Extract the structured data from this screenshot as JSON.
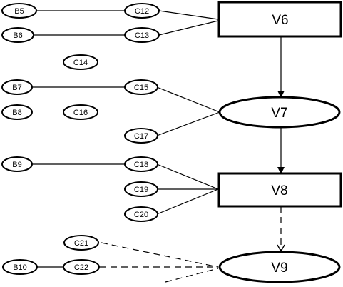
{
  "nodes": {
    "B5": "B5",
    "B6": "B6",
    "B7": "B7",
    "B8": "B8",
    "B9": "B9",
    "B10": "B10",
    "C12": "C12",
    "C13": "C13",
    "C14": "C14",
    "C15": "C15",
    "C16": "C16",
    "C17": "C17",
    "C18": "C18",
    "C19": "C19",
    "C20": "C20",
    "C21": "C21",
    "C22": "C22",
    "V6": "V6",
    "V7": "V7",
    "V8": "V8",
    "V9": "V9"
  },
  "edges": [
    {
      "from": "B5",
      "to": "C12",
      "style": "solid"
    },
    {
      "from": "B6",
      "to": "C13",
      "style": "solid"
    },
    {
      "from": "B7",
      "to": "C15",
      "style": "solid"
    },
    {
      "from": "B9",
      "to": "C18",
      "style": "solid"
    },
    {
      "from": "B10",
      "to": "C22",
      "style": "solid"
    },
    {
      "from": "C12",
      "to": "V6",
      "style": "solid"
    },
    {
      "from": "C13",
      "to": "V6",
      "style": "solid"
    },
    {
      "from": "C15",
      "to": "V7",
      "style": "solid"
    },
    {
      "from": "C17",
      "to": "V7",
      "style": "solid"
    },
    {
      "from": "C18",
      "to": "V8",
      "style": "solid"
    },
    {
      "from": "C19",
      "to": "V8",
      "style": "solid"
    },
    {
      "from": "C20",
      "to": "V8",
      "style": "solid"
    },
    {
      "from": "C21",
      "to": "V9",
      "style": "dashed"
    },
    {
      "from": "C22",
      "to": "V9",
      "style": "dashed"
    },
    {
      "from": "V6",
      "to": "V7",
      "style": "arrow"
    },
    {
      "from": "V7",
      "to": "V8",
      "style": "arrow"
    },
    {
      "from": "V8",
      "to": "V9",
      "style": "dashed-arrow"
    }
  ]
}
